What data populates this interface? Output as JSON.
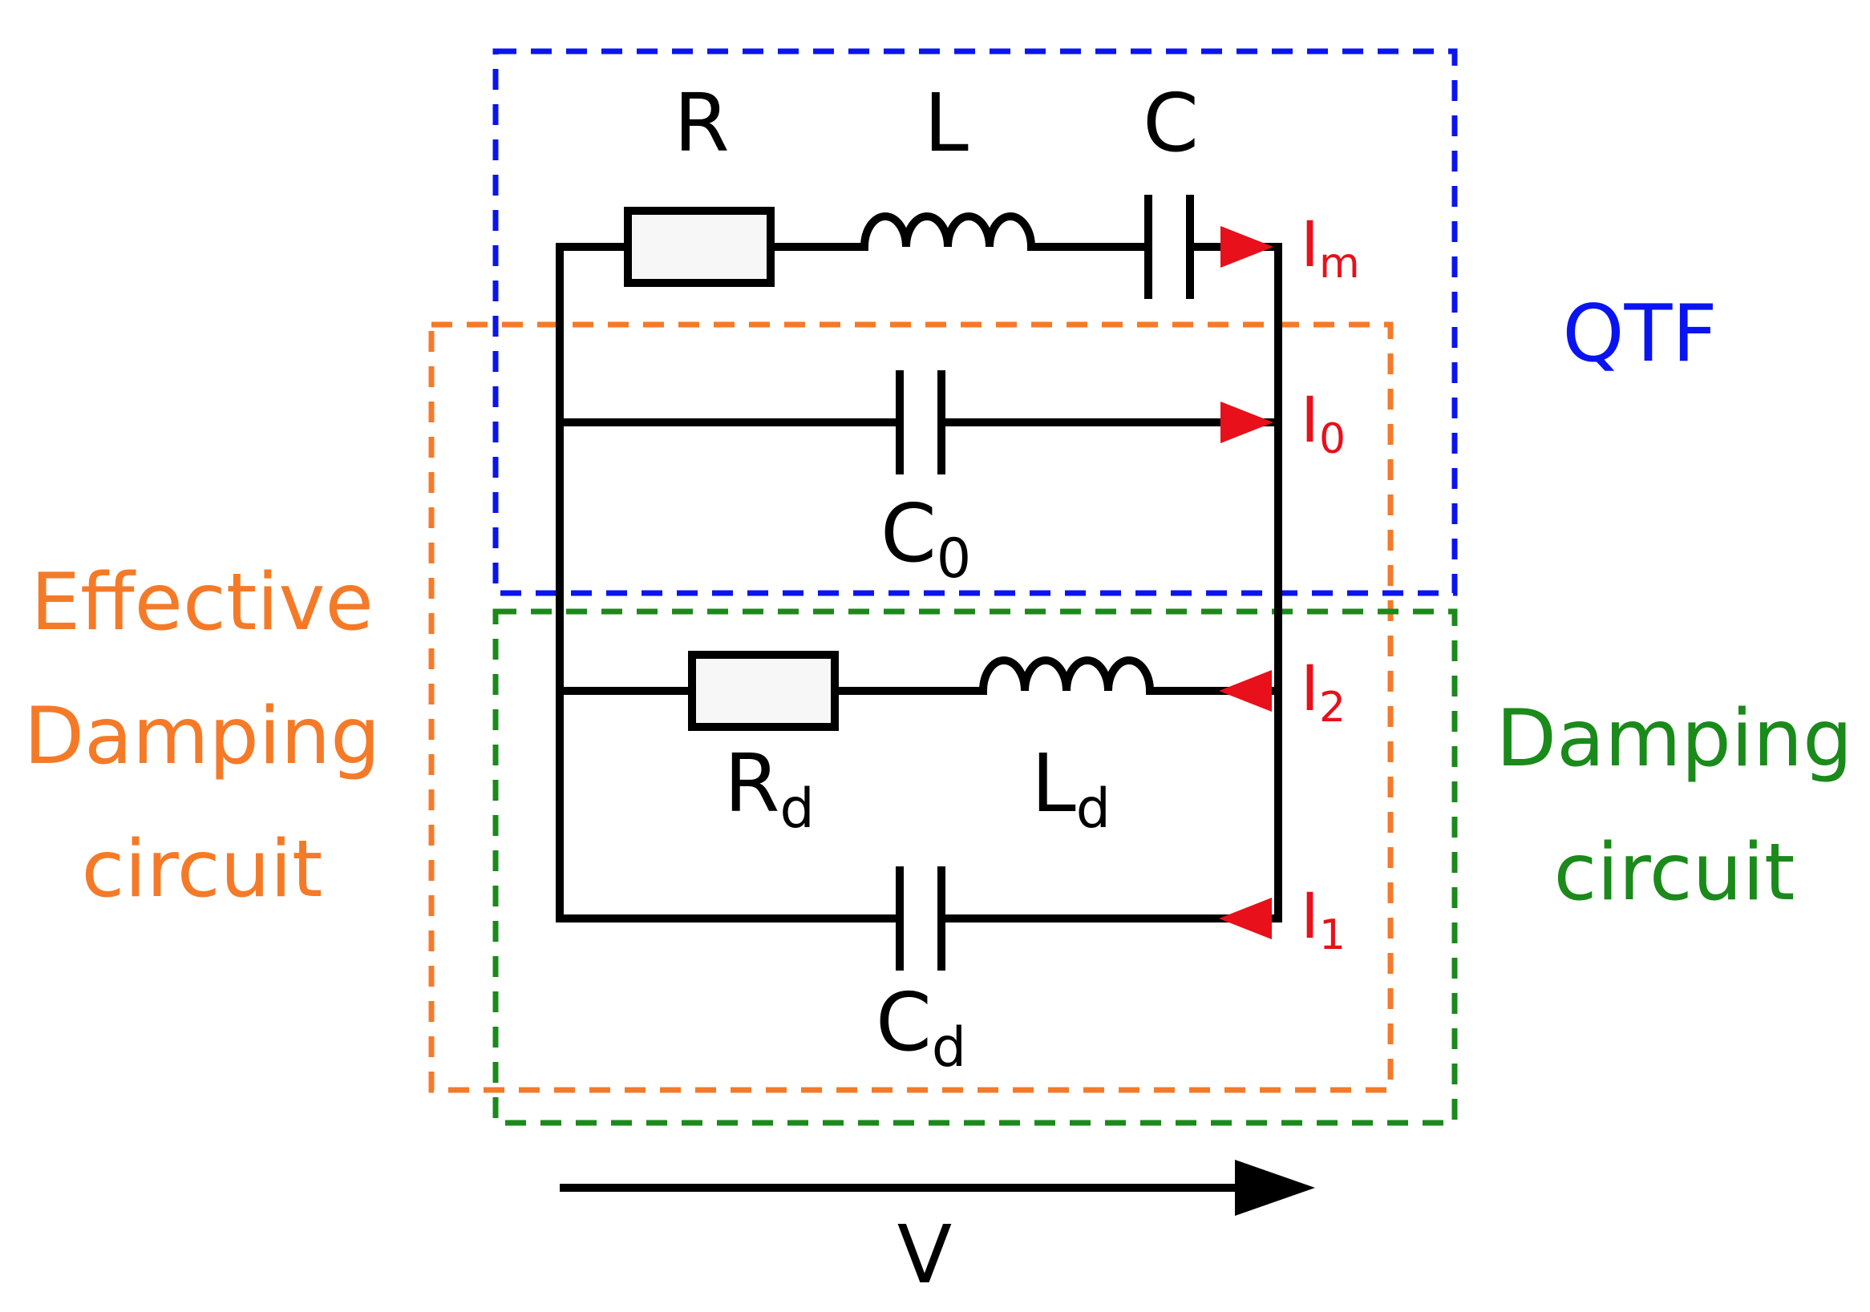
{
  "components": {
    "R": "R",
    "L": "L",
    "C": "C",
    "C0": {
      "base": "C",
      "sub": "0"
    },
    "Rd": {
      "base": "R",
      "sub": "d"
    },
    "Ld": {
      "base": "L",
      "sub": "d"
    },
    "Cd": {
      "base": "C",
      "sub": "d"
    }
  },
  "currents": {
    "Im": {
      "base": "I",
      "sub": "m"
    },
    "I0": {
      "base": "I",
      "sub": "0"
    },
    "I2": {
      "base": "I",
      "sub": "2"
    },
    "I1": {
      "base": "I",
      "sub": "1"
    }
  },
  "groups": {
    "qtf": "QTF",
    "effective": [
      "Effective",
      "Damping",
      "circuit"
    ],
    "damping": [
      "Damping",
      "circuit"
    ]
  },
  "voltage": "V",
  "colors": {
    "qtf": "#0a14f0",
    "effective": "#f57a28",
    "damping": "#1a8a1a",
    "current": "#e8101a",
    "wire": "#000000",
    "resistor_fill": "#f7f7f7"
  }
}
